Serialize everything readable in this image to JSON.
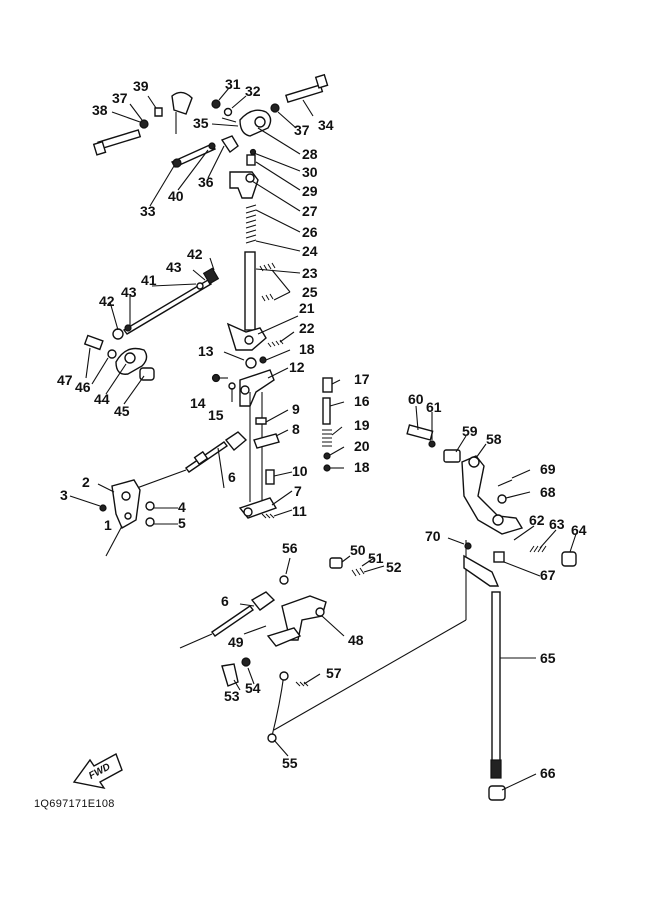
{
  "diagram": {
    "reference_code": "1Q697171E108",
    "fwd_label": "FWD",
    "callouts": [
      {
        "id": "c1",
        "label": "1"
      },
      {
        "id": "c2",
        "label": "2"
      },
      {
        "id": "c3",
        "label": "3"
      },
      {
        "id": "c4",
        "label": "4"
      },
      {
        "id": "c5",
        "label": "5"
      },
      {
        "id": "c6a",
        "label": "6"
      },
      {
        "id": "c6b",
        "label": "6"
      },
      {
        "id": "c7",
        "label": "7"
      },
      {
        "id": "c8",
        "label": "8"
      },
      {
        "id": "c9",
        "label": "9"
      },
      {
        "id": "c10",
        "label": "10"
      },
      {
        "id": "c11",
        "label": "11"
      },
      {
        "id": "c12",
        "label": "12"
      },
      {
        "id": "c13",
        "label": "13"
      },
      {
        "id": "c14",
        "label": "14"
      },
      {
        "id": "c15",
        "label": "15"
      },
      {
        "id": "c16",
        "label": "16"
      },
      {
        "id": "c17",
        "label": "17"
      },
      {
        "id": "c18a",
        "label": "18"
      },
      {
        "id": "c18b",
        "label": "18"
      },
      {
        "id": "c19",
        "label": "19"
      },
      {
        "id": "c20",
        "label": "20"
      },
      {
        "id": "c21",
        "label": "21"
      },
      {
        "id": "c22",
        "label": "22"
      },
      {
        "id": "c23",
        "label": "23"
      },
      {
        "id": "c24",
        "label": "24"
      },
      {
        "id": "c25",
        "label": "25"
      },
      {
        "id": "c26",
        "label": "26"
      },
      {
        "id": "c27",
        "label": "27"
      },
      {
        "id": "c28",
        "label": "28"
      },
      {
        "id": "c29",
        "label": "29"
      },
      {
        "id": "c30",
        "label": "30"
      },
      {
        "id": "c31",
        "label": "31"
      },
      {
        "id": "c32",
        "label": "32"
      },
      {
        "id": "c33",
        "label": "33"
      },
      {
        "id": "c34",
        "label": "34"
      },
      {
        "id": "c35",
        "label": "35"
      },
      {
        "id": "c36",
        "label": "36"
      },
      {
        "id": "c37a",
        "label": "37"
      },
      {
        "id": "c37b",
        "label": "37"
      },
      {
        "id": "c38",
        "label": "38"
      },
      {
        "id": "c39",
        "label": "39"
      },
      {
        "id": "c40",
        "label": "40"
      },
      {
        "id": "c41",
        "label": "41"
      },
      {
        "id": "c42a",
        "label": "42"
      },
      {
        "id": "c42b",
        "label": "42"
      },
      {
        "id": "c43a",
        "label": "43"
      },
      {
        "id": "c43b",
        "label": "43"
      },
      {
        "id": "c44",
        "label": "44"
      },
      {
        "id": "c45",
        "label": "45"
      },
      {
        "id": "c46",
        "label": "46"
      },
      {
        "id": "c47",
        "label": "47"
      },
      {
        "id": "c48",
        "label": "48"
      },
      {
        "id": "c49",
        "label": "49"
      },
      {
        "id": "c50",
        "label": "50"
      },
      {
        "id": "c51",
        "label": "51"
      },
      {
        "id": "c52",
        "label": "52"
      },
      {
        "id": "c53",
        "label": "53"
      },
      {
        "id": "c54",
        "label": "54"
      },
      {
        "id": "c55",
        "label": "55"
      },
      {
        "id": "c56",
        "label": "56"
      },
      {
        "id": "c57",
        "label": "57"
      },
      {
        "id": "c58",
        "label": "58"
      },
      {
        "id": "c59",
        "label": "59"
      },
      {
        "id": "c60",
        "label": "60"
      },
      {
        "id": "c61",
        "label": "61"
      },
      {
        "id": "c62",
        "label": "62"
      },
      {
        "id": "c63",
        "label": "63"
      },
      {
        "id": "c64",
        "label": "64"
      },
      {
        "id": "c65",
        "label": "65"
      },
      {
        "id": "c66",
        "label": "66"
      },
      {
        "id": "c67",
        "label": "67"
      },
      {
        "id": "c68",
        "label": "68"
      },
      {
        "id": "c69",
        "label": "69"
      },
      {
        "id": "c70",
        "label": "70"
      }
    ]
  }
}
